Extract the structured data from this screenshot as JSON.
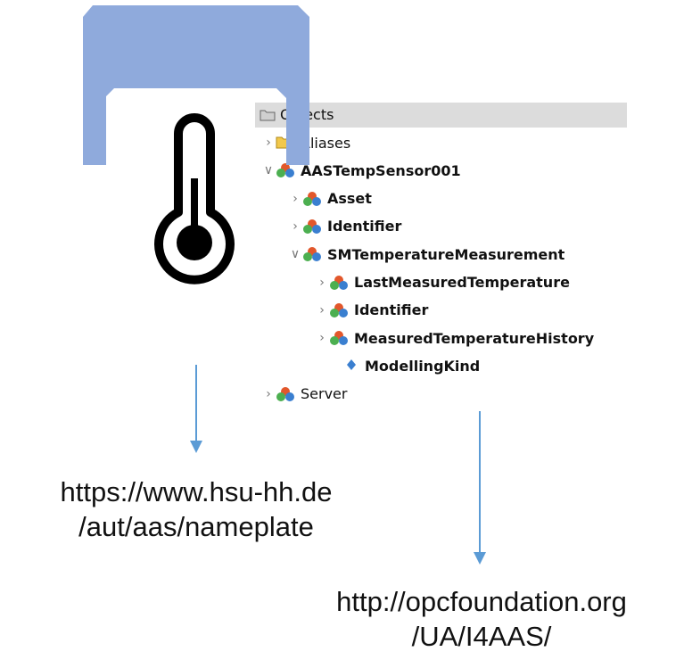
{
  "tree": {
    "root": {
      "label": "Objects",
      "icon": "folder-icon"
    },
    "items": [
      {
        "id": "aliases",
        "label": "Aliases",
        "bold": false,
        "chevron": ">",
        "icon": "folder-icon"
      },
      {
        "id": "aas",
        "label": "AASTempSensor001",
        "bold": true,
        "chevron": "v",
        "icon": "object-icon"
      },
      {
        "id": "asset",
        "label": "Asset",
        "bold": true,
        "chevron": ">",
        "icon": "object-icon"
      },
      {
        "id": "identifier-1",
        "label": "Identifier",
        "bold": true,
        "chevron": ">",
        "icon": "object-icon"
      },
      {
        "id": "submodel",
        "label": "SMTemperatureMeasurement",
        "bold": true,
        "chevron": "v",
        "icon": "object-icon"
      },
      {
        "id": "last-measured",
        "label": "LastMeasuredTemperature",
        "bold": true,
        "chevron": ">",
        "icon": "object-icon"
      },
      {
        "id": "identifier-2",
        "label": "Identifier",
        "bold": true,
        "chevron": ">",
        "icon": "object-icon"
      },
      {
        "id": "history",
        "label": "MeasuredTemperatureHistory",
        "bold": true,
        "chevron": ">",
        "icon": "object-icon"
      },
      {
        "id": "modelling-kind",
        "label": "ModellingKind",
        "bold": true,
        "chevron": "",
        "icon": "variable-icon"
      },
      {
        "id": "server",
        "label": "Server",
        "bold": false,
        "chevron": ">",
        "icon": "object-icon"
      }
    ]
  },
  "urls": {
    "left_line1": "https://www.hsu-hh.de",
    "left_line2": "/aut/aas/nameplate",
    "right_line1": "http://opcfoundation.org",
    "right_line2": "/UA/I4AAS/"
  },
  "colors": {
    "clamp": "#8faadc",
    "arrow": "#5b9bd5",
    "object_icon_red": "#e2572b",
    "object_icon_green": "#4caf50",
    "object_icon_blue": "#3a7fd0",
    "folder": "#f2c84b"
  }
}
